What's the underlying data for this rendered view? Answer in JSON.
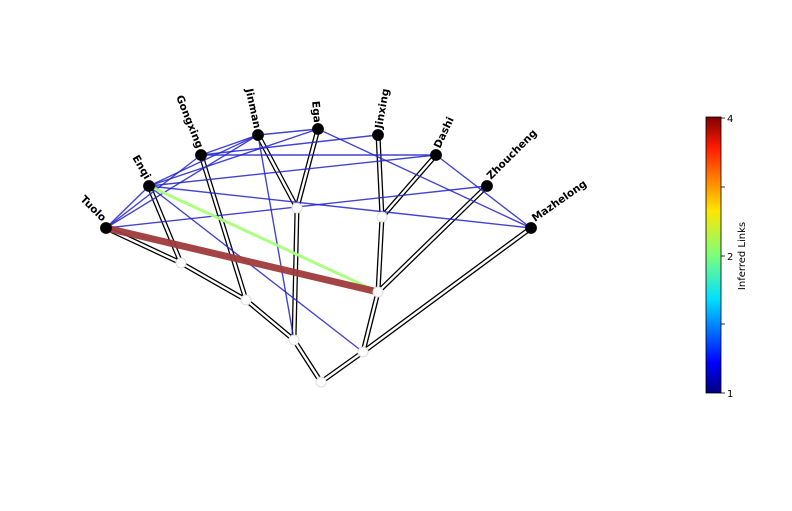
{
  "leaves": [
    "Tuolo",
    "Enqi",
    "Gongxing",
    "Jinman",
    "Ega",
    "Jinxing",
    "Dashi",
    "Zhoucheng",
    "Mazhelong"
  ],
  "inferred_links": [
    {
      "from": "Tuolo",
      "to": "Enqi",
      "value": 1
    },
    {
      "from": "Tuolo",
      "to": "Gongxing",
      "value": 1
    },
    {
      "from": "Tuolo",
      "to": "Zhoucheng",
      "value": 1
    },
    {
      "from": "Enqi",
      "to": "Jinman",
      "value": 1
    },
    {
      "from": "Enqi",
      "to": "Ega",
      "value": 1
    },
    {
      "from": "Enqi",
      "to": "Dashi",
      "value": 1
    },
    {
      "from": "Enqi",
      "to": "Mazhelong",
      "value": 1
    },
    {
      "from": "Gongxing",
      "to": "Jinman",
      "value": 1
    },
    {
      "from": "Gongxing",
      "to": "Jinxing",
      "value": 1
    },
    {
      "from": "Gongxing",
      "to": "Dashi",
      "value": 1
    },
    {
      "from": "Ega",
      "to": "Mazhelong",
      "value": 1
    },
    {
      "from": "Dashi",
      "to": "Mazhelong",
      "value": 1
    },
    {
      "from": "Jinman",
      "to": "Ega",
      "value": 1
    },
    {
      "from": "Tuolo",
      "to": "Jinman",
      "value": 1
    },
    {
      "from": "Jinman",
      "to": "Node-c",
      "value": 1
    },
    {
      "from": "Enqi",
      "to": "Node-h",
      "value": 1
    },
    {
      "from": "Enqi",
      "to": "Node-f",
      "value": 2
    },
    {
      "from": "Tuolo",
      "to": "Node-f",
      "value": 4
    }
  ],
  "colorbar": {
    "label": "Inferred Links",
    "ticks": [
      "1",
      "2",
      "4"
    ],
    "min": 1,
    "max": 4
  },
  "colors": {
    "link_low": "#2222cc",
    "link_mid": "#a8ff7a",
    "link_high": "#a03a3a",
    "leaf_node": "#000000",
    "internal_node": "#ffffff"
  }
}
